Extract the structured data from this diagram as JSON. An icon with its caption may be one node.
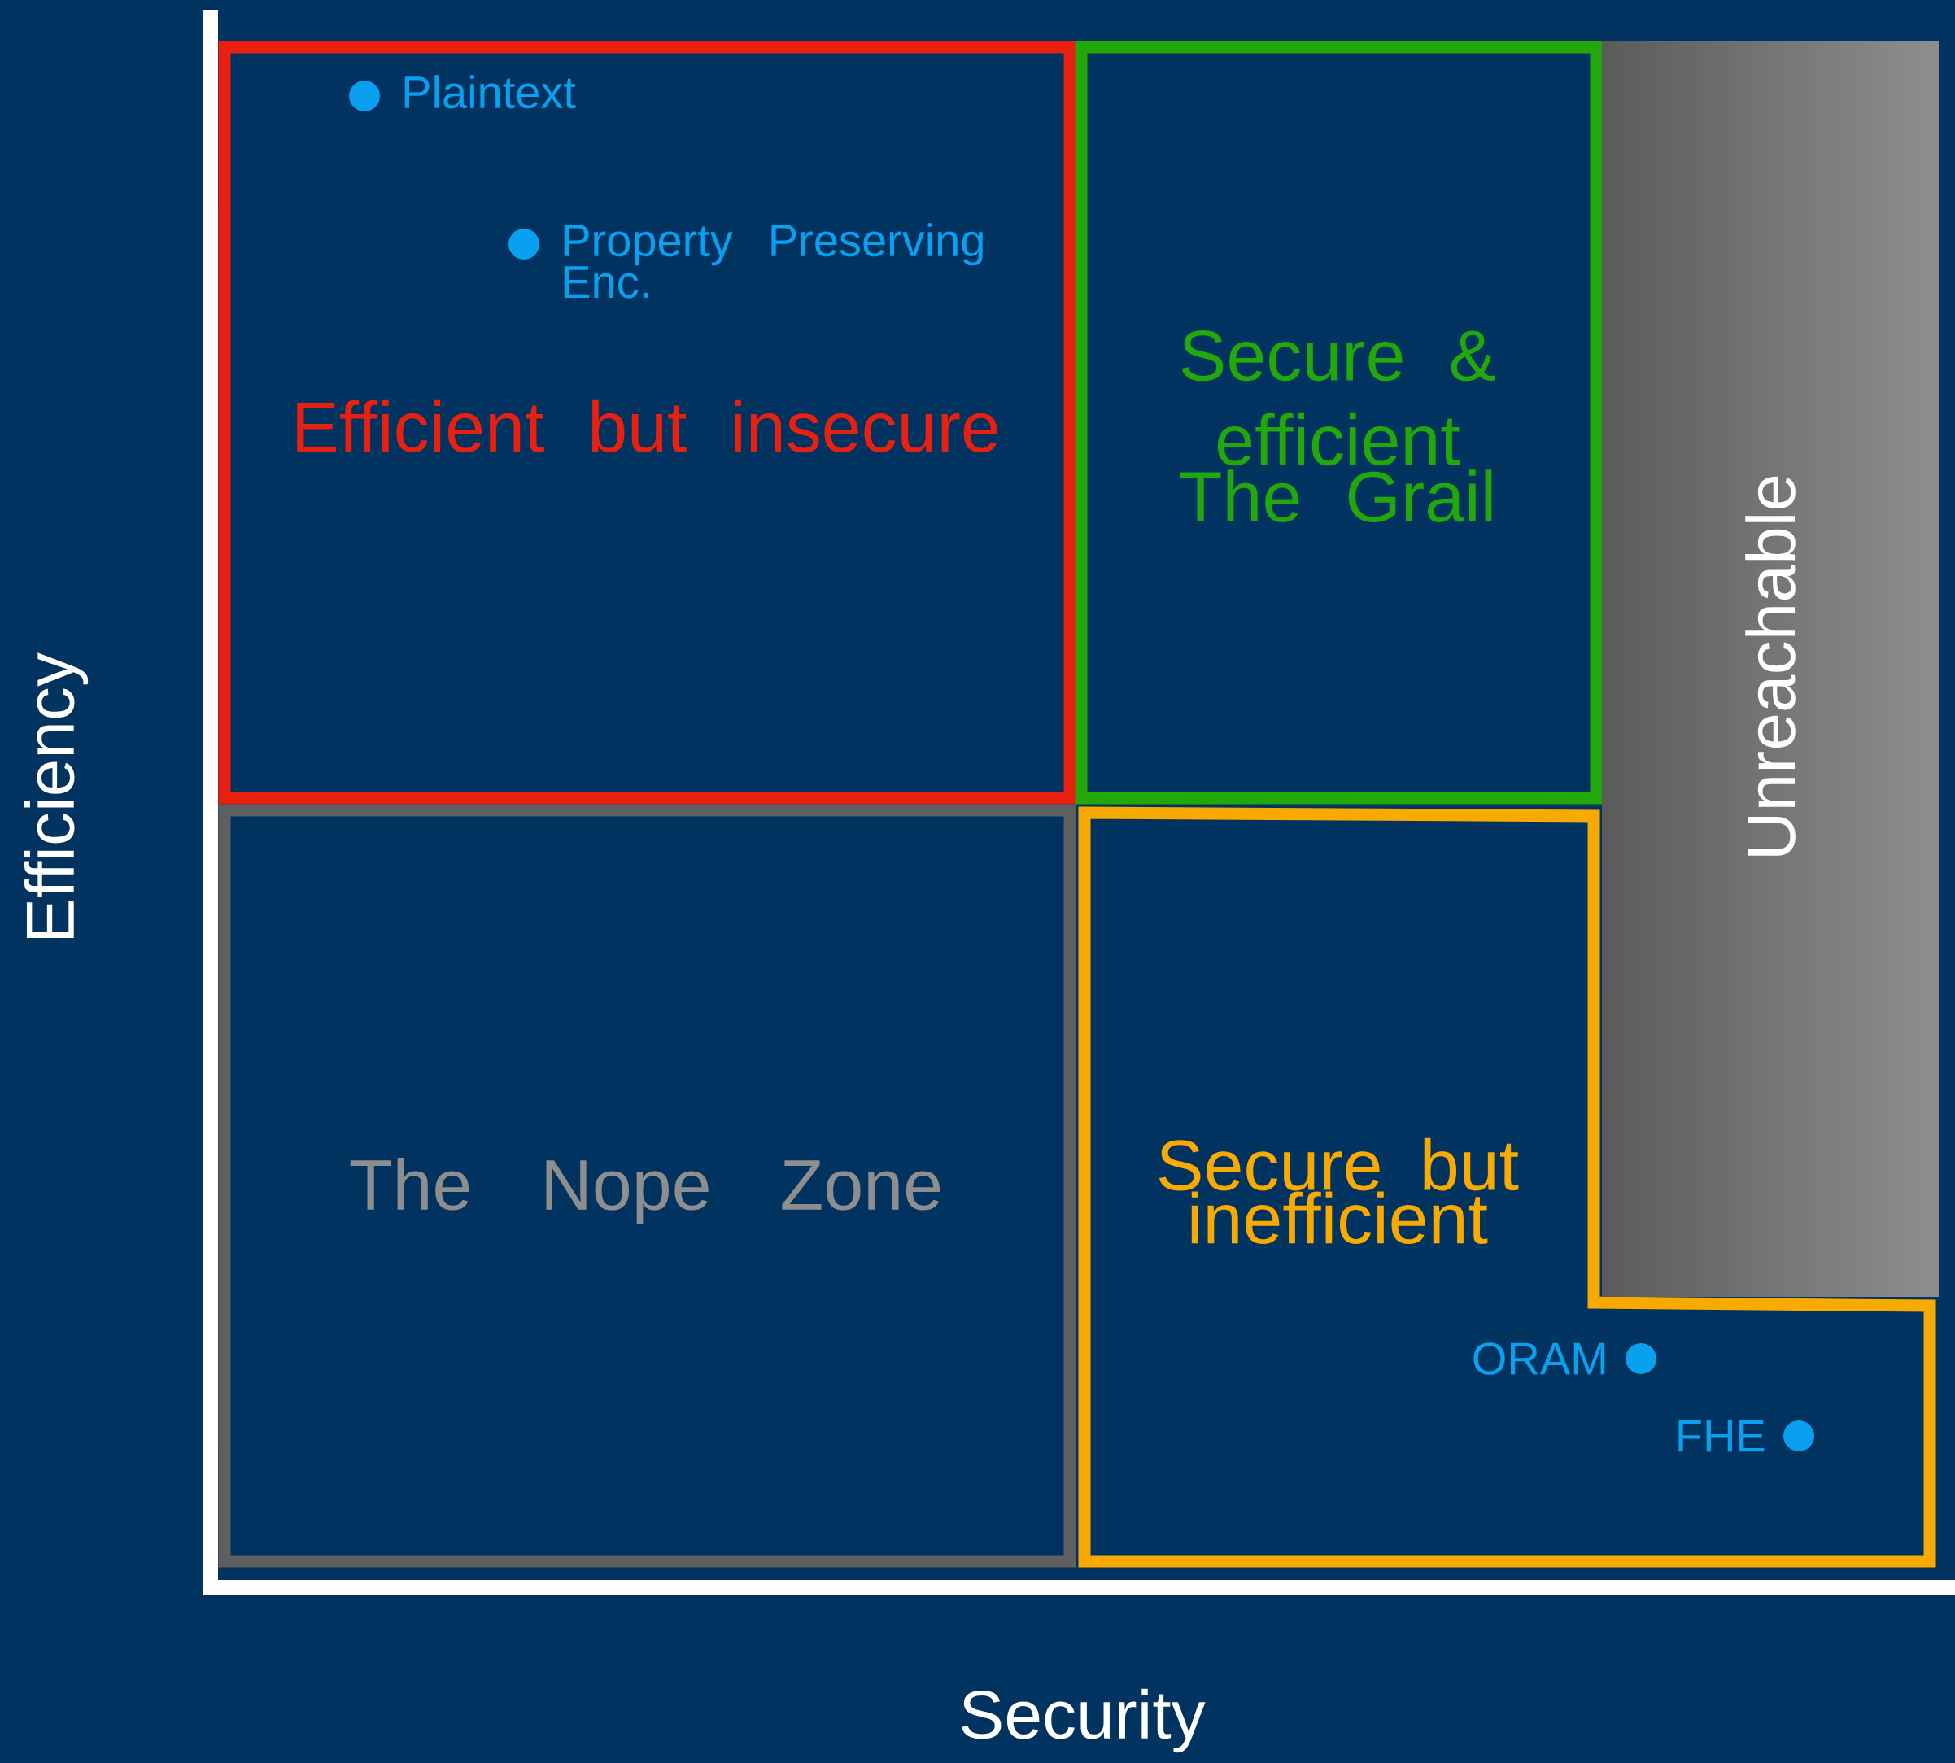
{
  "diagram": {
    "nodes": [
      {
        "text": [
          "Efficient but insecure"
        ]
      },
      {
        "text": [
          "Secure & efficient",
          "The Grail"
        ]
      },
      {
        "text": [
          "The Nope Zone"
        ]
      },
      {
        "text": [
          "Secure but inefficient"
        ]
      },
      {
        "text": [
          "Unreachable"
        ]
      },
      {
        "text": [
          "Plaintext"
        ],
        "in": 0
      },
      {
        "text": [
          "Property Preserving Enc."
        ],
        "in": 0
      },
      {
        "text": [
          "ORAM"
        ],
        "in": 3
      },
      {
        "text": [
          "FHE"
        ],
        "in": 3
      }
    ],
    "labels": [
      "Efficiency",
      "Security"
    ]
  }
}
